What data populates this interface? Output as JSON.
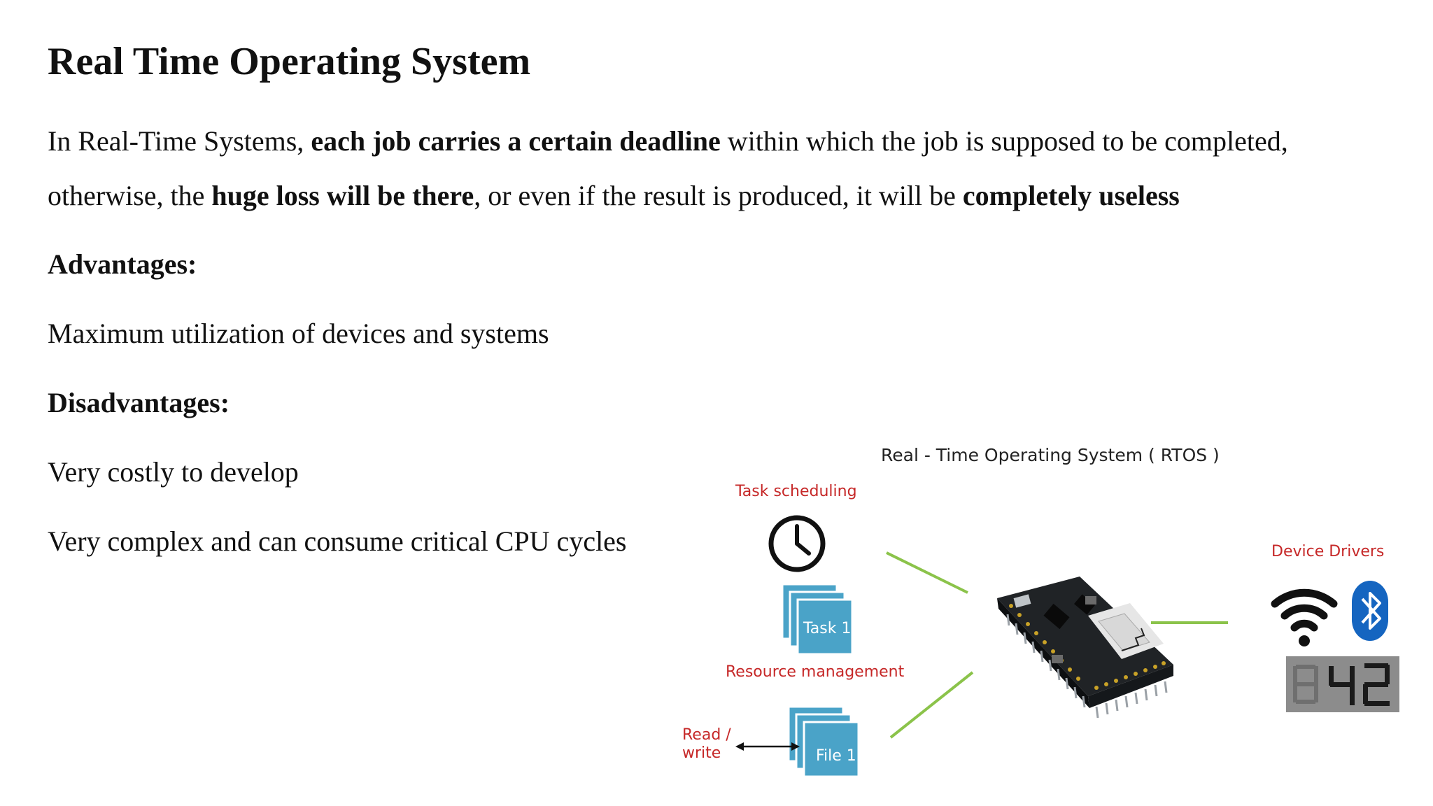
{
  "title": "Real Time Operating System",
  "intro": {
    "p1_a": "In Real-Time Systems, ",
    "p1_b": "each job carries a certain deadline",
    "p1_c": " within which the job is supposed to be completed,",
    "p2_a": "otherwise, the ",
    "p2_b": "huge loss will be there",
    "p2_c": ", or even if the result is produced, it will be ",
    "p2_d": "completely useless"
  },
  "advantages": {
    "heading": "Advantages:",
    "items": [
      "Maximum utilization of devices and systems"
    ]
  },
  "disadvantages": {
    "heading": "Disadvantages:",
    "items": [
      "Very costly to develop",
      "Very complex and can consume critical CPU cycles"
    ]
  },
  "diagram": {
    "title": "Real - Time Operating System ( RTOS )",
    "task_scheduling": "Task scheduling",
    "task_label": "Task 1",
    "resource_management": "Resource management",
    "read_write_1": "Read /",
    "read_write_2": "write",
    "file_label": "File 1",
    "device_drivers": "Device Drivers",
    "display_value": "42",
    "colors": {
      "accent_red": "#c62828",
      "link_green": "#8bc34a",
      "stack_blue": "#4aa3c8",
      "bluetooth_blue": "#1565c0"
    },
    "icons": [
      "clock-icon",
      "wifi-icon",
      "bluetooth-icon",
      "microcontroller-board",
      "seven-segment-display"
    ]
  }
}
